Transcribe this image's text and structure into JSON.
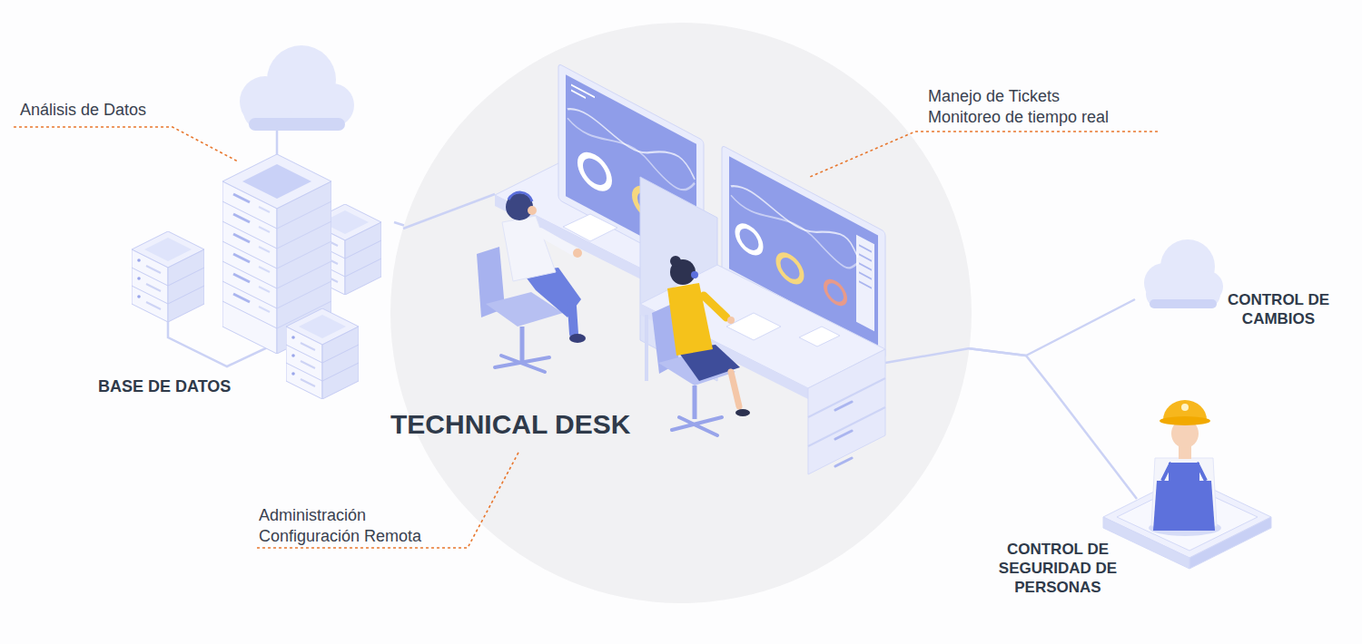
{
  "diagram": {
    "nodes": [
      {
        "text": [
          "BASE DE DATOS"
        ]
      },
      {
        "text": [
          "TECHNICAL DESK"
        ]
      },
      {
        "text": [
          "CONTROL DE CAMBIOS"
        ]
      },
      {
        "text": [
          "CONTROL DE SEGURIDAD DE PERSONAS"
        ]
      }
    ],
    "edges": [
      {
        "from": 0,
        "to": 1,
        "arrow": "none"
      },
      {
        "from": 1,
        "to": 2,
        "arrow": "none"
      },
      {
        "from": 1,
        "to": 3,
        "arrow": "none"
      }
    ],
    "labels": [
      "Análisis de Datos",
      "Manejo de Tickets",
      "Monitoreo de tiempo real",
      "Administración",
      "Configuración Remota"
    ]
  }
}
